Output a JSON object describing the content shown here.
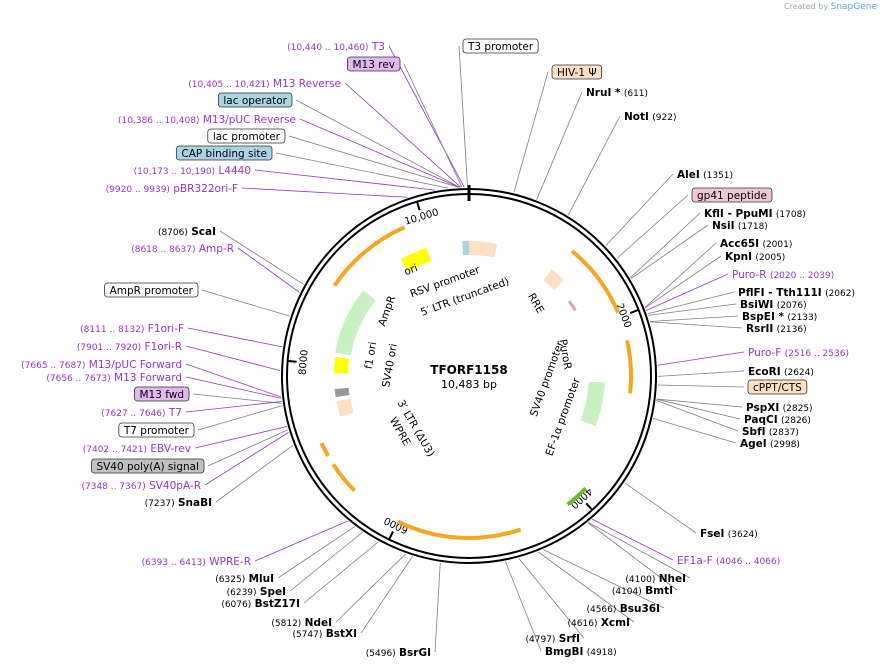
{
  "credit": {
    "prefix": "Created by",
    "brand": "SnapGene"
  },
  "plasmid": {
    "name": "TFORF1158",
    "length_label": "10,483 bp",
    "length": 10483
  },
  "ticks": [
    "2000",
    "4000",
    "6000",
    "8000",
    "10,000"
  ],
  "colors": {
    "primer": "#9933cc",
    "enzyme": "#000000",
    "leader": "#7f7f7f",
    "backbone": "#000000",
    "arrow_orange": "#f5a623",
    "arrow_green": "#c8f0c0",
    "arrow_yellow": "#ffff00"
  },
  "labels": [
    {
      "pos": "(10,440 .. 10,460)",
      "name": "T3",
      "kind": "primer"
    },
    {
      "name": "M13 rev",
      "kind": "boxed",
      "fill": "#e2b8ef"
    },
    {
      "pos": "(10,405 .. 10,421)",
      "name": "M13 Reverse",
      "kind": "primer"
    },
    {
      "name": "lac operator",
      "kind": "boxed",
      "fill": "#a9d4e0"
    },
    {
      "pos": "(10,386 .. 10,408)",
      "name": "M13/pUC Reverse",
      "kind": "primer"
    },
    {
      "name": "lac promoter",
      "kind": "boxed",
      "fill": "#ffffff"
    },
    {
      "name": "CAP binding site",
      "kind": "boxed",
      "fill": "#a9d4e0"
    },
    {
      "pos": "(10,173 .. 10,190)",
      "name": "L4440",
      "kind": "primer"
    },
    {
      "pos": "(9920 .. 9939)",
      "name": "pBR322ori-F",
      "kind": "primer"
    },
    {
      "pos": "(8706)",
      "name": "ScaI",
      "kind": "enzyme"
    },
    {
      "pos": "(8618 .. 8637)",
      "name": "Amp-R",
      "kind": "primer"
    },
    {
      "name": "AmpR promoter",
      "kind": "boxed",
      "fill": "#ffffff"
    },
    {
      "pos": "(8111 .. 8132)",
      "name": "F1ori-F",
      "kind": "primer"
    },
    {
      "pos": "(7901 .. 7920)",
      "name": "F1ori-R",
      "kind": "primer"
    },
    {
      "pos": "(7665 .. 7687)",
      "name": "M13/pUC Forward",
      "kind": "primer"
    },
    {
      "pos": "(7656 .. 7673)",
      "name": "M13 Forward",
      "kind": "primer"
    },
    {
      "name": "M13 fwd",
      "kind": "boxed",
      "fill": "#e2b8ef"
    },
    {
      "pos": "(7627 .. 7646)",
      "name": "T7",
      "kind": "primer"
    },
    {
      "name": "T7 promoter",
      "kind": "boxed",
      "fill": "#ffffff"
    },
    {
      "pos": "(7402 .. 7421)",
      "name": "EBV-rev",
      "kind": "primer"
    },
    {
      "name": "SV40 poly(A) signal",
      "kind": "boxed",
      "fill": "#c0c0c0"
    },
    {
      "pos": "(7348 .. 7367)",
      "name": "SV40pA-R",
      "kind": "primer"
    },
    {
      "pos": "(7237)",
      "name": "SnaBI",
      "kind": "enzyme"
    },
    {
      "pos": "(6393 .. 6413)",
      "name": "WPRE-R",
      "kind": "primer"
    },
    {
      "pos": "(6325)",
      "name": "MluI",
      "kind": "enzyme"
    },
    {
      "pos": "(6239)",
      "name": "SpeI",
      "kind": "enzyme"
    },
    {
      "pos": "(6076)",
      "name": "BstZ17I",
      "kind": "enzyme"
    },
    {
      "pos": "(5812)",
      "name": "NdeI",
      "kind": "enzyme"
    },
    {
      "pos": "(5747)",
      "name": "BstXI",
      "kind": "enzyme"
    },
    {
      "pos": "(5496)",
      "name": "BsrGI",
      "kind": "enzyme"
    },
    {
      "pos": "(4918)",
      "name": "BmgBI",
      "kind": "enzyme"
    },
    {
      "pos": "(4797)",
      "name": "SrfI",
      "kind": "enzyme"
    },
    {
      "pos": "(4616)",
      "name": "XcmI",
      "kind": "enzyme"
    },
    {
      "pos": "(4566)",
      "name": "Bsu36I",
      "kind": "enzyme"
    },
    {
      "pos": "(4104)",
      "name": "BmtI",
      "kind": "enzyme"
    },
    {
      "pos": "(4100)",
      "name": "NheI",
      "kind": "enzyme"
    },
    {
      "pos": "(4046 .. 4066)",
      "name": "EF1a-F",
      "kind": "primer"
    },
    {
      "pos": "(3624)",
      "name": "FseI",
      "kind": "enzyme"
    },
    {
      "pos": "(2998)",
      "name": "AgeI",
      "kind": "enzyme"
    },
    {
      "pos": "(2837)",
      "name": "SbfI",
      "kind": "enzyme"
    },
    {
      "pos": "(2826)",
      "name": "PaqCI",
      "kind": "enzyme"
    },
    {
      "pos": "(2825)",
      "name": "PspXI",
      "kind": "enzyme"
    },
    {
      "name": "cPPT/CTS",
      "kind": "boxed",
      "fill": "#fbe0c4"
    },
    {
      "pos": "(2624)",
      "name": "EcoRI",
      "kind": "enzyme"
    },
    {
      "pos": "(2516 .. 2536)",
      "name": "Puro-F",
      "kind": "primer"
    },
    {
      "pos": "(2136)",
      "name": "RsrII",
      "kind": "enzyme"
    },
    {
      "pos": "(2133)",
      "name": "BspEI *",
      "kind": "enzyme"
    },
    {
      "pos": "(2076)",
      "name": "BsiWI",
      "kind": "enzyme"
    },
    {
      "pos": "(2062)",
      "name": "PflFI  - Tth111I",
      "kind": "enzyme"
    },
    {
      "pos": "(2020 .. 2039)",
      "name": "Puro-R",
      "kind": "primer"
    },
    {
      "pos": "(2005)",
      "name": "KpnI",
      "kind": "enzyme"
    },
    {
      "pos": "(2001)",
      "name": "Acc65I",
      "kind": "enzyme"
    },
    {
      "pos": "(1718)",
      "name": "NsiI",
      "kind": "enzyme"
    },
    {
      "pos": "(1708)",
      "name": "KflI  - PpuMI",
      "kind": "enzyme"
    },
    {
      "name": "gp41 peptide",
      "kind": "boxed",
      "fill": "#f0c8d0"
    },
    {
      "pos": "(1351)",
      "name": "AleI",
      "kind": "enzyme"
    },
    {
      "pos": "(922)",
      "name": "NotI",
      "kind": "enzyme"
    },
    {
      "pos": "(611)",
      "name": "NruI *",
      "kind": "enzyme"
    },
    {
      "name": "HIV-1 Ψ",
      "kind": "boxed",
      "fill": "#fbe0c4"
    },
    {
      "name": "T3 promoter",
      "kind": "boxed",
      "fill": "#ffffff"
    }
  ],
  "inner_features": [
    "ori",
    "RSV promoter",
    "5′ LTR (truncated)",
    "RRE",
    "PuroR",
    "SV40 promoter",
    "EF-1α promoter",
    "AmpR",
    "f1 ori",
    "SV40 ori",
    "3′ LTR (ΔU3)",
    "WPRE"
  ]
}
